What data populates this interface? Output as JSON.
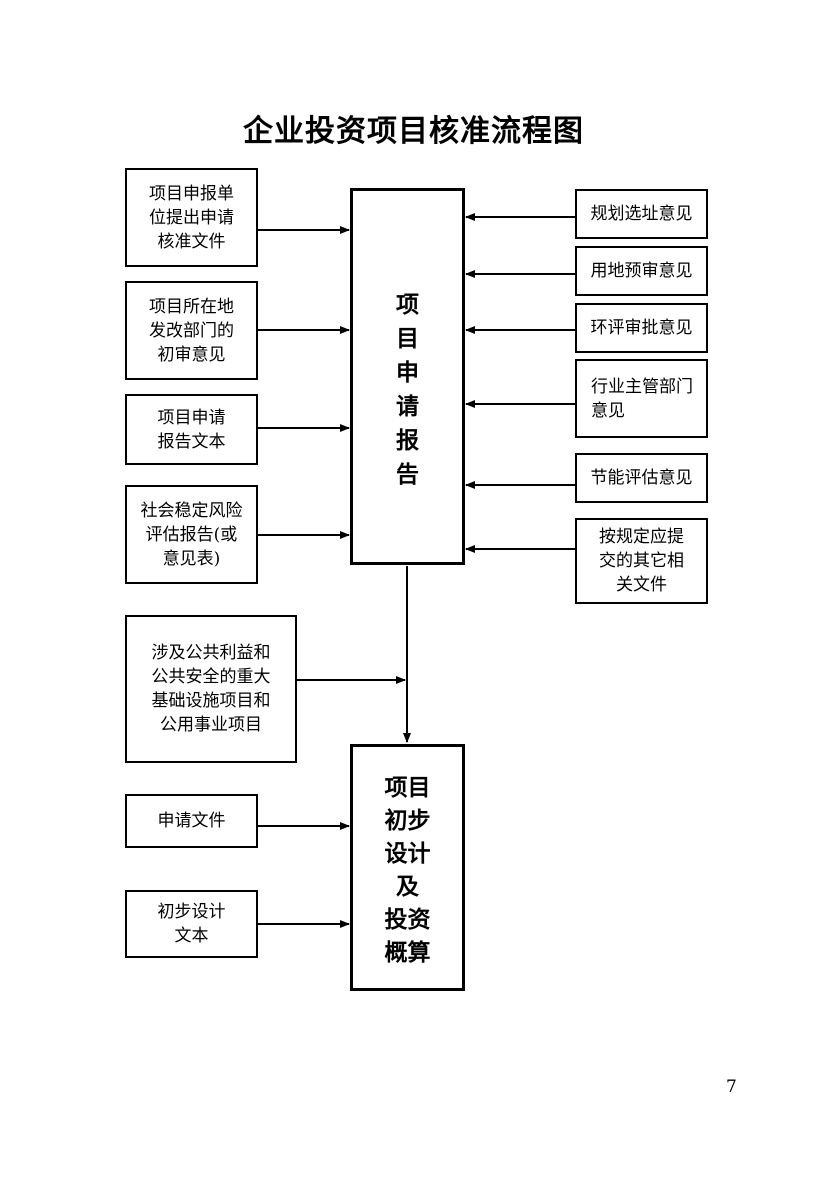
{
  "title": "企业投资项目核准流程图",
  "left_inputs": [
    "项目申报单\n位提出申请\n核准文件",
    "项目所在地\n发改部门的\n初审意见",
    "项目申请\n报告文本",
    "社会稳定风险\n评估报告(或\n意见表)"
  ],
  "right_inputs": [
    "规划选址意见",
    "用地预审意见",
    "环评审批意见",
    "行业主管部门\n意见",
    "节能评估意见",
    "按规定应提\n交的其它相\n关文件"
  ],
  "main_report": "项\n目\n申\n请\n报\n告",
  "public_interest": "涉及公共利益和\n公共安全的重大\n基础设施项目和\n公用事业项目",
  "design_inputs": [
    "申请文件",
    "初步设计\n文本"
  ],
  "main_design": "项目\n初步\n设计\n及\n投资\n概算",
  "page_number": "7"
}
